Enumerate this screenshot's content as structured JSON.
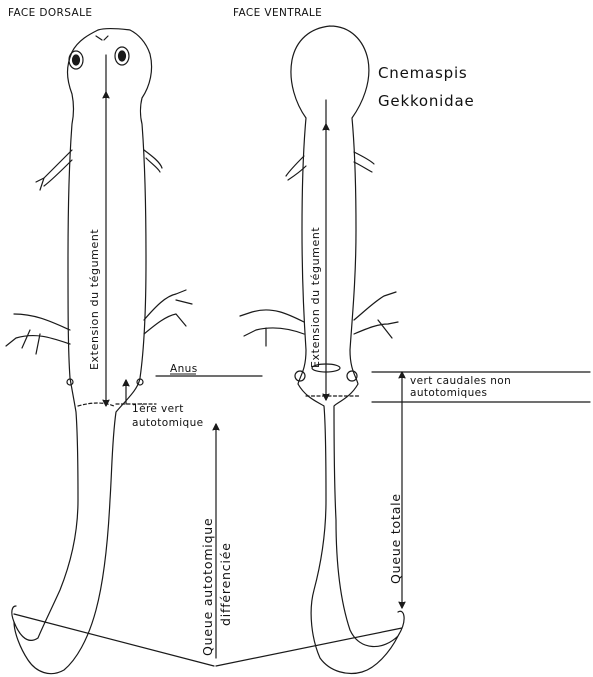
{
  "figure": {
    "headers": {
      "dorsal": "FACE DORSALE",
      "ventral": "FACE VENTRALE"
    },
    "species": {
      "genus": "Cnemaspis",
      "family": "Gekkonidae"
    },
    "labels": {
      "extension_dorsal": "Extension du tégument",
      "extension_ventral": "Extension du tégument",
      "anus": "Anus",
      "first_vert_1": "1ère vert",
      "first_vert_2": "autotomique",
      "caudal_1": "vert caudales non",
      "caudal_2": "autotomiques",
      "queue_auto_1": "Queue autotomique",
      "queue_auto_2": "différenciée",
      "queue_totale": "Queue totale"
    }
  }
}
